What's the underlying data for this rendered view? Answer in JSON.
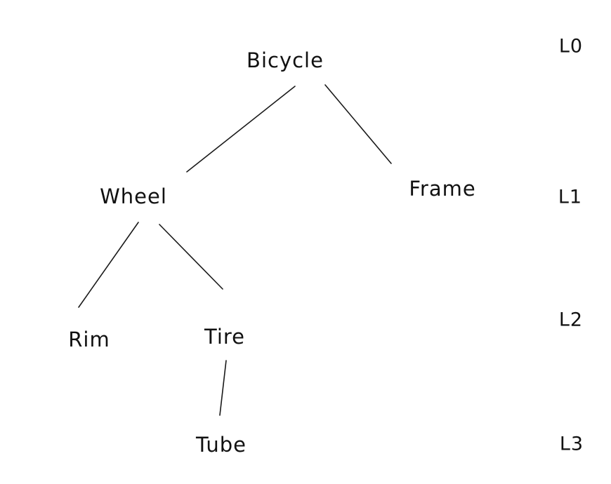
{
  "nodes": {
    "bicycle": "Bicycle",
    "wheel": "Wheel",
    "frame": "Frame",
    "rim": "Rim",
    "tire": "Tire",
    "tube": "Tube"
  },
  "levels": {
    "l0": "L0",
    "l1": "L1",
    "l2": "L2",
    "l3": "L3"
  },
  "colors": {
    "ink": "#1a1a1a",
    "background": "#ffffff"
  }
}
